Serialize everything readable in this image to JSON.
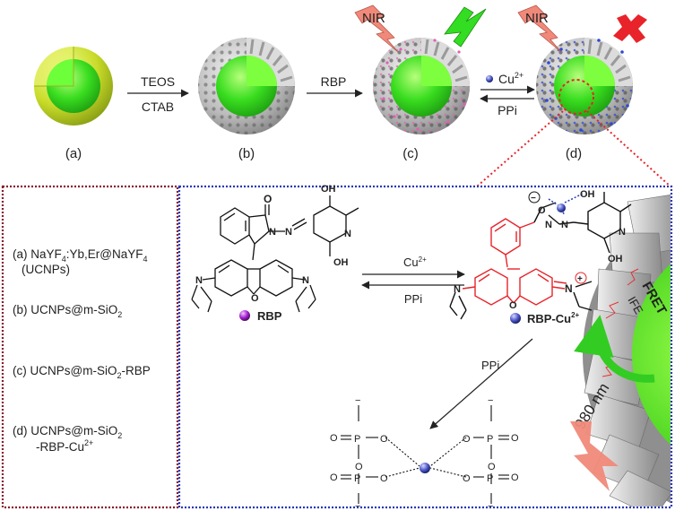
{
  "top": {
    "steps": [
      {
        "label": "(a)"
      },
      {
        "label": "(b)"
      },
      {
        "label": "(c)"
      },
      {
        "label": "(d)"
      }
    ],
    "arrow1_top": "TEOS",
    "arrow1_bottom": "CTAB",
    "arrow2_top": "RBP",
    "arrow3_top": "Cu",
    "arrow3_top_sup": "2+",
    "arrow3_bottom": "PPi",
    "nir_c": "NIR",
    "nir_d": "NIR"
  },
  "legend": {
    "a_prefix": "(a) NaYF",
    "a_sub1": "4",
    "a_mid": ":Yb,Er@NaYF",
    "a_sub2": "4",
    "a_line2": "(UCNPs)",
    "b_prefix": "(b) UCNPs@m-SiO",
    "b_sub": "2",
    "c_prefix": "(c) UCNPs@m-SiO",
    "c_sub": "2",
    "c_suffix": "-RBP",
    "d_prefix": "(d) UCNPs@m-SiO",
    "d_sub": "2",
    "d_line2": "-RBP-Cu",
    "d_line2_sup": "2+"
  },
  "scheme": {
    "rbp_label": "RBP",
    "rbpcu_label": "RBP-Cu",
    "rbpcu_sup": "2+",
    "eq_top": "Cu",
    "eq_top_sup": "2+",
    "eq_bottom": "PPi",
    "ppi_label": "PPi",
    "fret": "FRET",
    "ife": "IFE",
    "wavelength": "980 nm",
    "atoms": {
      "O": "O",
      "N": "N",
      "OH": "OH",
      "Ominus": "O",
      "minus": "−",
      "plus": "+",
      "P": "P",
      "Nplus": "N"
    }
  },
  "colors": {
    "shell": "#c8c8c8",
    "core": "#33dd22",
    "core_outer": "#c9dc2a",
    "nir": "#f0897a",
    "emission": "#33dd22",
    "blocked": "#e8232a",
    "left_border": "#8b1c2c",
    "right_border": "#2838b8",
    "zoom_line": "#e8232a",
    "red_struct": "#e8232a"
  }
}
